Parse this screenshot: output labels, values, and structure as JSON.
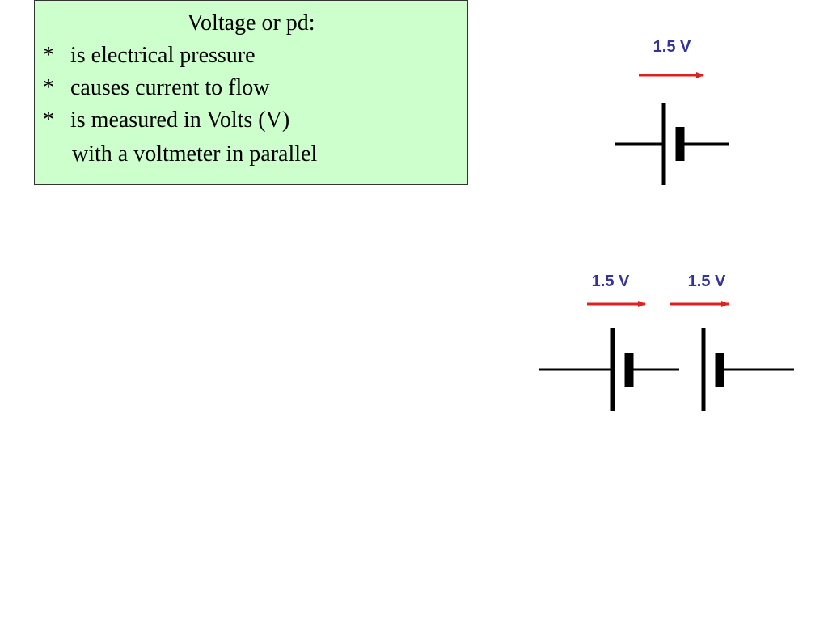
{
  "info_box": {
    "title": "Voltage or pd:",
    "bullet_symbol": "*",
    "bullets": [
      "is electrical pressure",
      "causes current to flow",
      "is measured in Volts (V)"
    ],
    "continuation": "with a voltmeter in parallel",
    "background_color": "#ccffcc"
  },
  "single_cell": {
    "voltage_label": "1.5 V"
  },
  "two_cells": {
    "cell_labels": [
      "1.5 V",
      "1.5 V"
    ]
  },
  "colors": {
    "label": "#333399",
    "arrow": "#e02020",
    "symbol": "#000000"
  }
}
